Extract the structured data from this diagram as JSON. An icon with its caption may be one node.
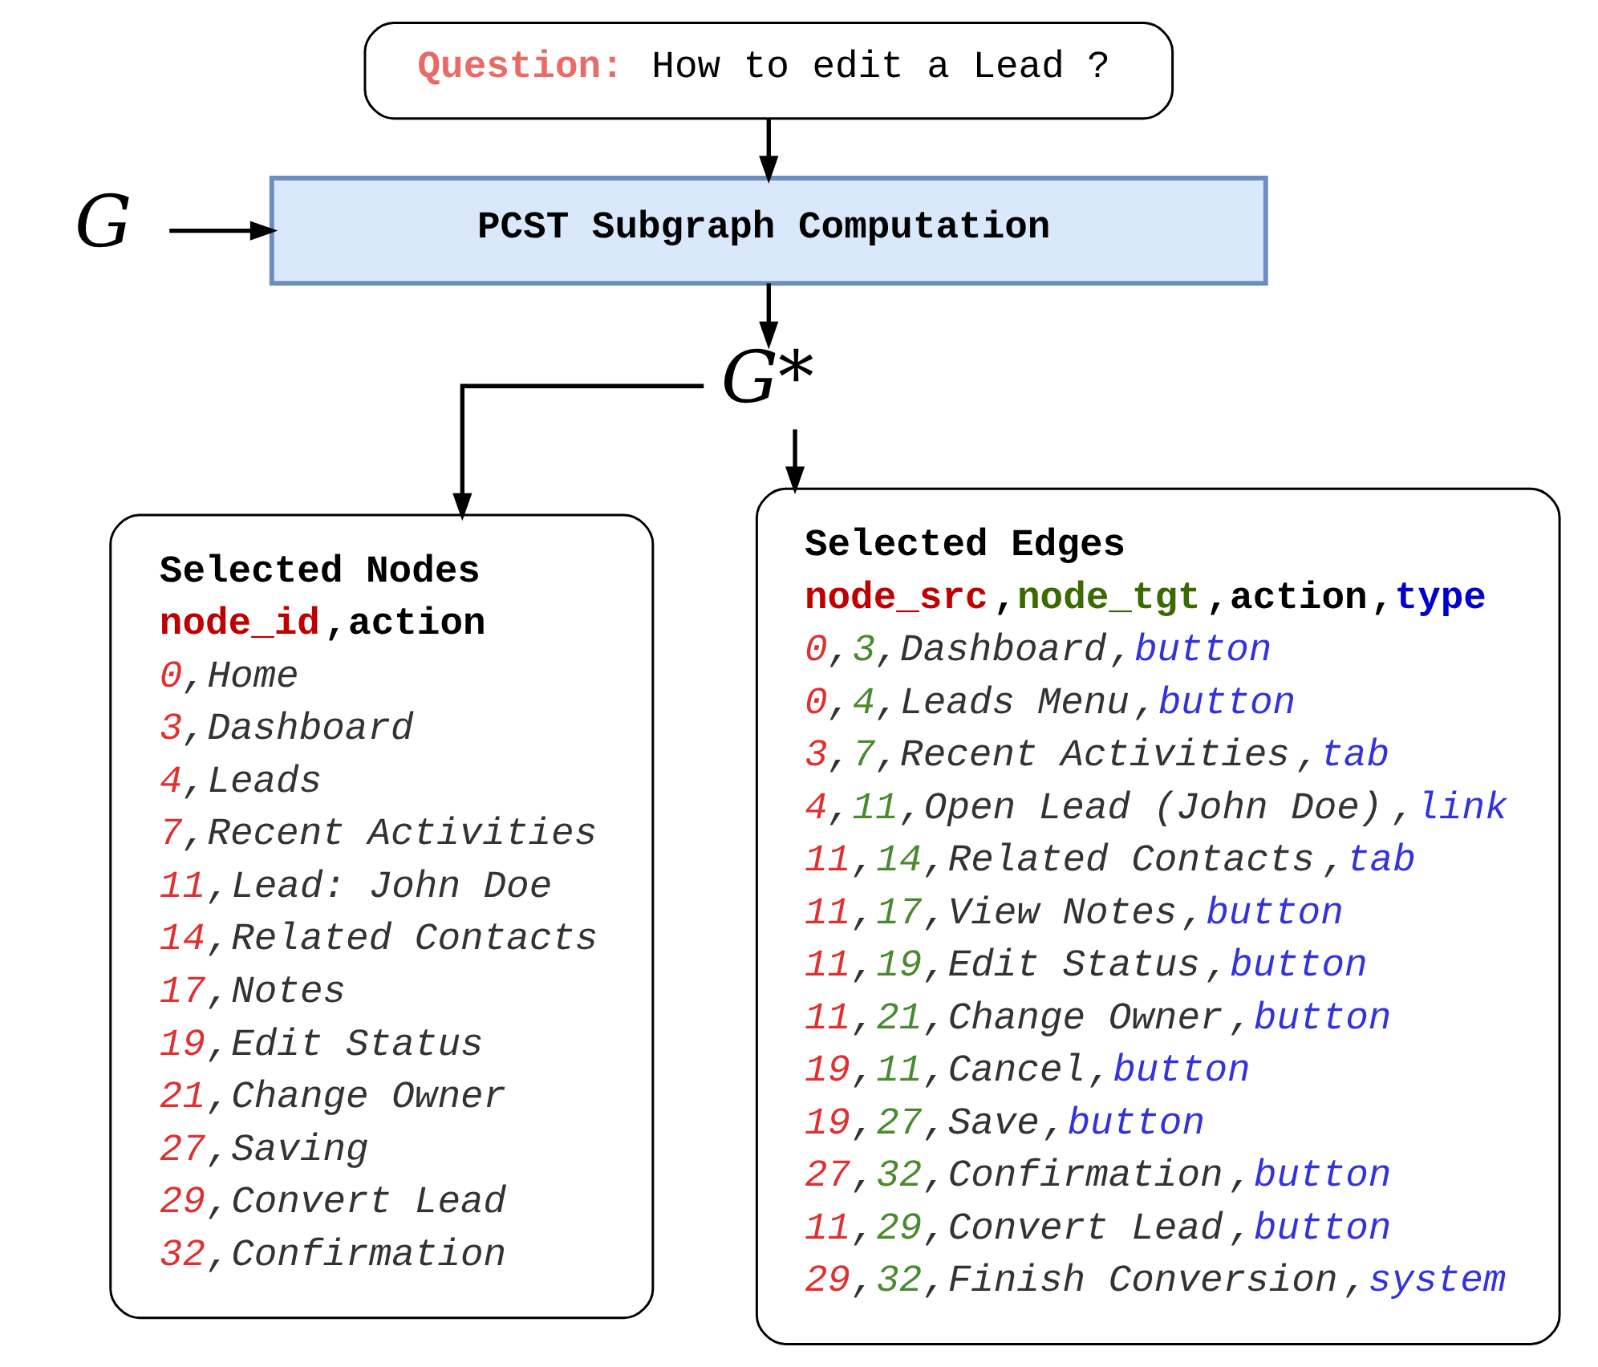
{
  "diagram": {
    "nodes": [
      {
        "text": [
          "Question:",
          "How to edit a Lead ?"
        ]
      },
      {
        "text": [
          "PCST Subgraph Computation"
        ]
      },
      {
        "text": [
          "G"
        ]
      },
      {
        "text": [
          "G*"
        ]
      },
      {
        "text": [
          "Selected Nodes",
          "node_id,action",
          "0,Home",
          "3,Dashboard",
          "4,Leads",
          "7,Recent Activities",
          "11,Lead: John Doe",
          "14,Related Contacts",
          "17,Notes",
          "19,Edit Status",
          "21,Change Owner",
          "27,Saving",
          "29,Convert Lead",
          "32,Confirmation"
        ]
      },
      {
        "text": [
          "Selected Edges",
          "node_src,node_tgt,action,type",
          "0,3,Dashboard,button",
          "0,4,Leads Menu,button",
          "3,7,Recent Activities,tab",
          "4,11,Open Lead (John Doe),link",
          "11,14,Related Contacts,tab",
          "11,17,View Notes,button",
          "11,19,Edit Status,button",
          "11,21,Change Owner,button",
          "19,11,Cancel,button",
          "19,27,Save,button",
          "27,32,Confirmation,button",
          "11,29,Convert Lead,button",
          "29,32,Finish Conversion,system"
        ]
      }
    ],
    "edges": [
      {
        "from": 0,
        "to": 1,
        "arrow": "to"
      },
      {
        "from": 2,
        "to": 1,
        "arrow": "to"
      },
      {
        "from": 1,
        "to": 3,
        "arrow": "to"
      },
      {
        "from": 3,
        "to": 4,
        "arrow": "to"
      },
      {
        "from": 3,
        "to": 5,
        "arrow": "to"
      }
    ]
  }
}
